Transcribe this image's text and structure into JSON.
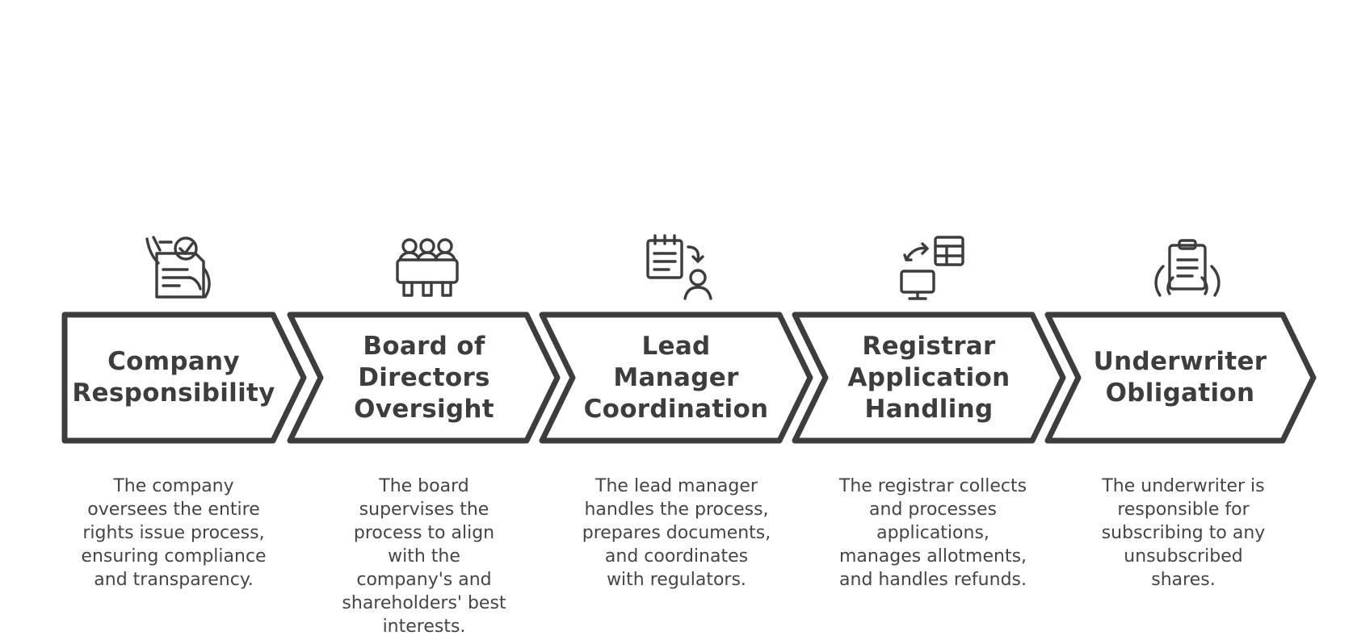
{
  "diagram": {
    "steps": [
      {
        "icon": "document-check-hand-icon",
        "title": "Company\nResponsibility",
        "description": "The company\noversees the entire\nrights issue process,\nensuring compliance\nand transparency."
      },
      {
        "icon": "board-meeting-icon",
        "title": "Board of\nDirectors\nOversight",
        "description": "The board\nsupervises the\nprocess to align\nwith the\ncompany's and\nshareholders' best\ninterests."
      },
      {
        "icon": "notepad-person-icon",
        "title": "Lead\nManager\nCoordination",
        "description": "The lead manager\nhandles the process,\nprepares documents,\nand coordinates\nwith regulators."
      },
      {
        "icon": "computer-table-sync-icon",
        "title": "Registrar\nApplication\nHandling",
        "description": "The registrar collects\nand processes\napplications,\nmanages allotments,\nand handles refunds."
      },
      {
        "icon": "hands-clipboard-icon",
        "title": "Underwriter\nObligation",
        "description": "The underwriter is\nresponsible for\nsubscribing to any\nunsubscribed\nshares."
      }
    ]
  }
}
